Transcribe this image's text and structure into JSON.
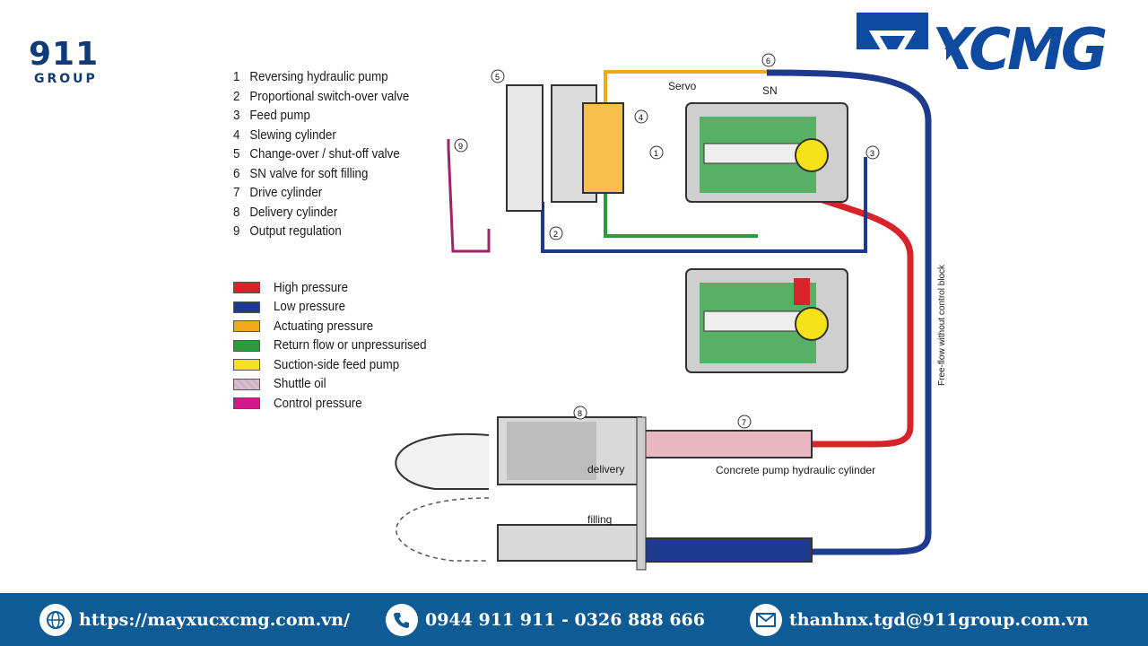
{
  "brand": {
    "logo_number": "911",
    "logo_group": "GROUP",
    "xcmg_word": "XCMG",
    "colors": {
      "navy": "#0f3c78",
      "red": "#d8232a",
      "xcmg_blue": "#0d4aa0",
      "footer_bg": "#0f5b96"
    }
  },
  "parts": [
    {
      "num": "1",
      "label": "Reversing hydraulic pump"
    },
    {
      "num": "2",
      "label": "Proportional switch-over valve"
    },
    {
      "num": "3",
      "label": "Feed pump"
    },
    {
      "num": "4",
      "label": "Slewing cylinder"
    },
    {
      "num": "5",
      "label": "Change-over / shut-off valve"
    },
    {
      "num": "6",
      "label": "SN valve for soft filling"
    },
    {
      "num": "7",
      "label": "Drive cylinder"
    },
    {
      "num": "8",
      "label": "Delivery cylinder"
    },
    {
      "num": "9",
      "label": "Output regulation"
    }
  ],
  "legend": [
    {
      "label": "High pressure",
      "color": "#d8232a"
    },
    {
      "label": "Low pressure",
      "color": "#1e3a8f"
    },
    {
      "label": "Actuating pressure",
      "color": "#f2a81d"
    },
    {
      "label": "Return flow or unpressurised",
      "color": "#2a9d3a"
    },
    {
      "label": "Suction-side feed pump",
      "color": "#f5e21a"
    },
    {
      "label": "Shuttle oil",
      "color": "#e9b8c0"
    },
    {
      "label": "Control pressure",
      "color": "#d6168c"
    }
  ],
  "diagram_labels": {
    "servo": "Servo",
    "sn": "SN",
    "delivery": "delivery",
    "filling": "filling",
    "concrete": "Concrete pump hydraulic cylinder",
    "freeflow": "Free-flow without control block",
    "callouts": [
      "1",
      "2",
      "3",
      "4",
      "5",
      "6",
      "7",
      "8",
      "9"
    ]
  },
  "footer": {
    "website": "https://mayxucxcmg.com.vn/",
    "phone": "0944 911 911 - 0326 888 666",
    "email": "thanhnx.tgd@911group.com.vn",
    "icons": [
      "globe-icon",
      "phone-icon",
      "mail-icon"
    ]
  }
}
